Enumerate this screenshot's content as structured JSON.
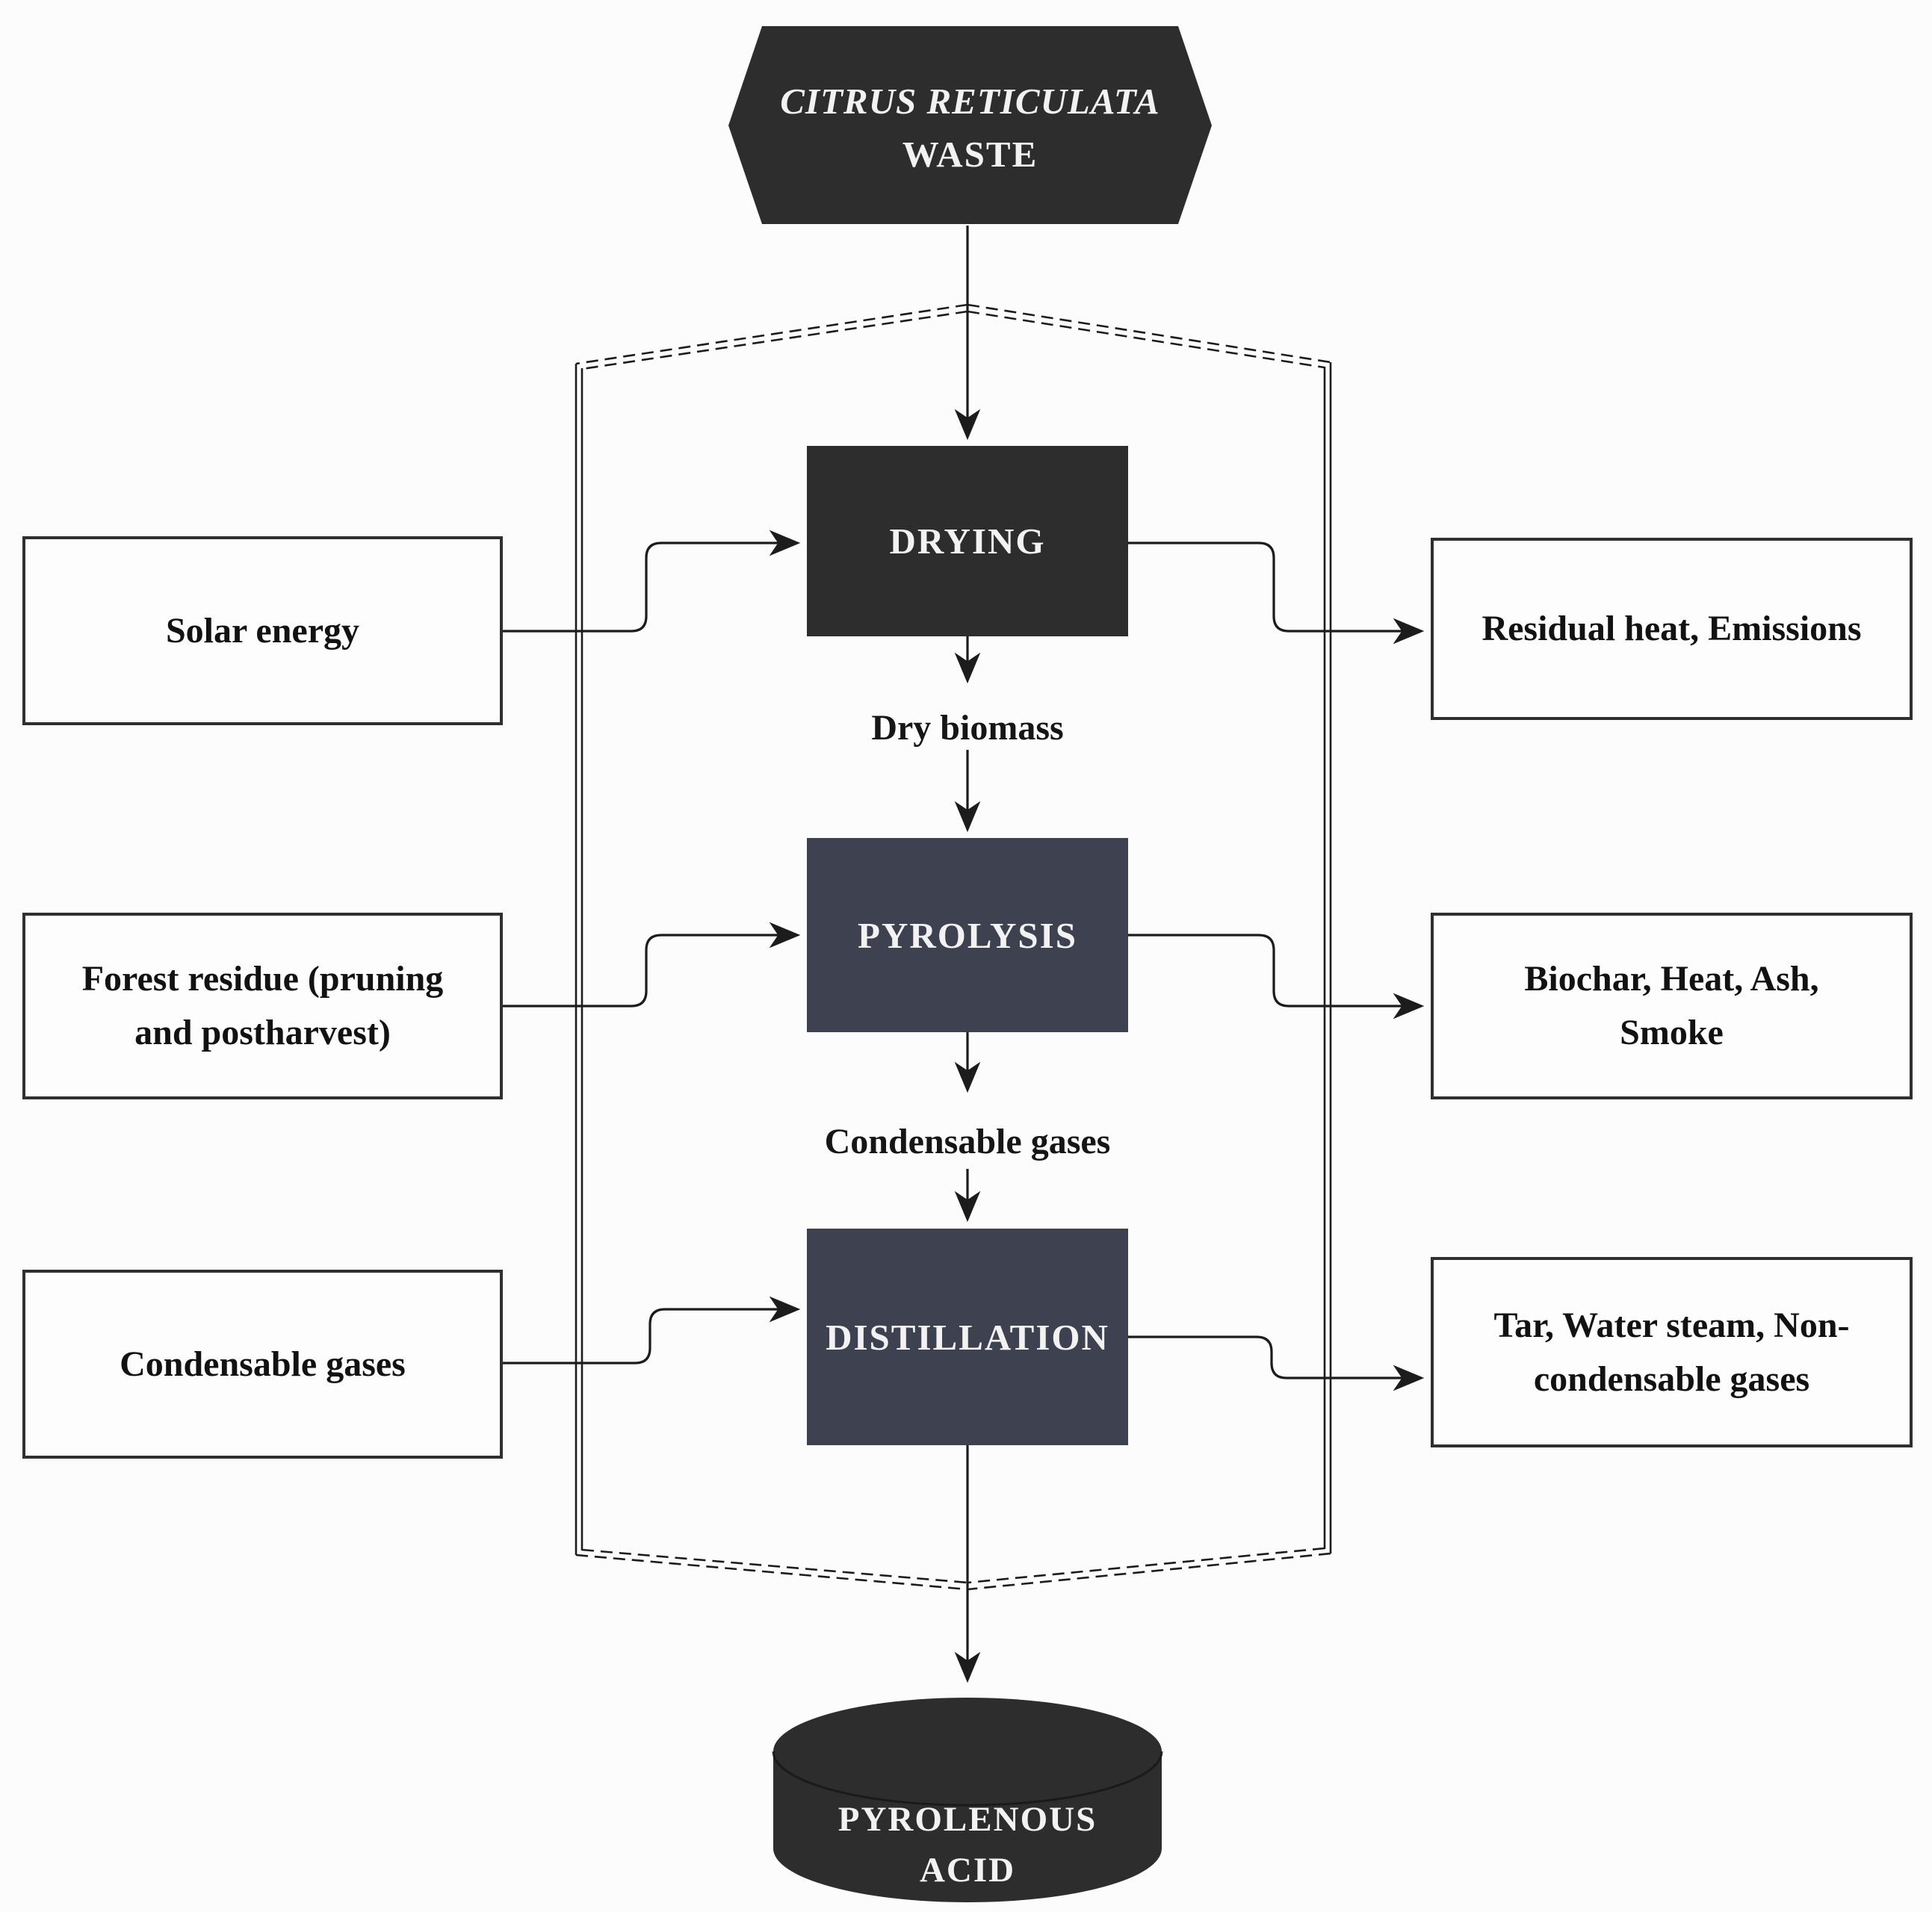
{
  "diagram": {
    "source_hexagon": {
      "line1": "CITRUS RETICULATA",
      "line2": "WASTE"
    },
    "processes": [
      {
        "label": "DRYING"
      },
      {
        "label": "PYROLYSIS"
      },
      {
        "label": "DISTILLATION"
      }
    ],
    "inputs": [
      {
        "label": "Solar energy",
        "feeds": "DRYING"
      },
      {
        "label": "Forest residue (pruning and postharvest)",
        "feeds": "PYROLYSIS"
      },
      {
        "label": "Condensable gases",
        "feeds": "DISTILLATION"
      }
    ],
    "outputs": [
      {
        "label": "Residual heat, Emissions",
        "from": "DRYING"
      },
      {
        "label": "Biochar, Heat, Ash, Smoke",
        "from": "PYROLYSIS"
      },
      {
        "label": "Tar, Water steam, Non-condensable gases",
        "from": "DISTILLATION"
      }
    ],
    "flow_labels": [
      {
        "label": "Dry biomass",
        "between": "DRYING and PYROLYSIS"
      },
      {
        "label": "Condensable gases",
        "between": "PYROLYSIS and DISTILLATION"
      }
    ],
    "product_cylinder": {
      "line1": "PYROLENOUS",
      "line2": "ACID"
    },
    "colors": {
      "process_dark": "#2d2d2d",
      "process_slate": "#3e4250",
      "connector": "#1c1c1c",
      "io_box_bg": "#fdfdfd",
      "io_box_border": "#2f2f2f",
      "label_on_dark": "#f2f2f2",
      "label_on_light": "#121212",
      "background": "#fcfcfc"
    }
  }
}
